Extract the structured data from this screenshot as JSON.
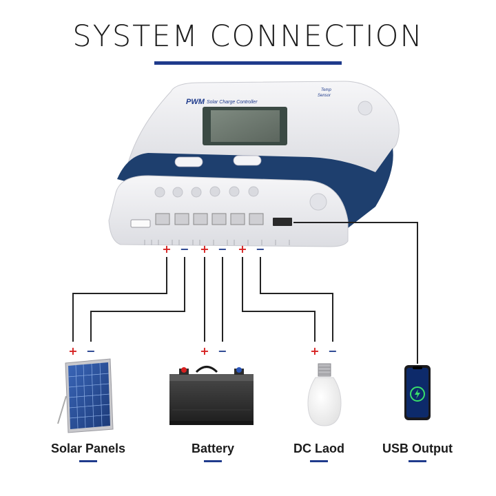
{
  "title": "SYSTEM CONNECTION",
  "controller": {
    "brand": "PWM",
    "subtitle": "Solar Charge Controller",
    "sensor_label_1": "Temp",
    "sensor_label_2": "Sensor"
  },
  "polarity": {
    "plus": "+",
    "minus": "−"
  },
  "components": [
    {
      "label": "Solar Panels",
      "icon": "solar-panel-icon"
    },
    {
      "label": "Battery",
      "icon": "battery-icon"
    },
    {
      "label": "DC Laod",
      "icon": "light-bulb-icon"
    },
    {
      "label": "USB Output",
      "icon": "smartphone-icon"
    }
  ],
  "colors": {
    "accent": "#1f3b8c",
    "controller_band": "#1e3f6e",
    "wire": "#222222",
    "plus": "#d62020",
    "minus": "#1f3b8c"
  }
}
